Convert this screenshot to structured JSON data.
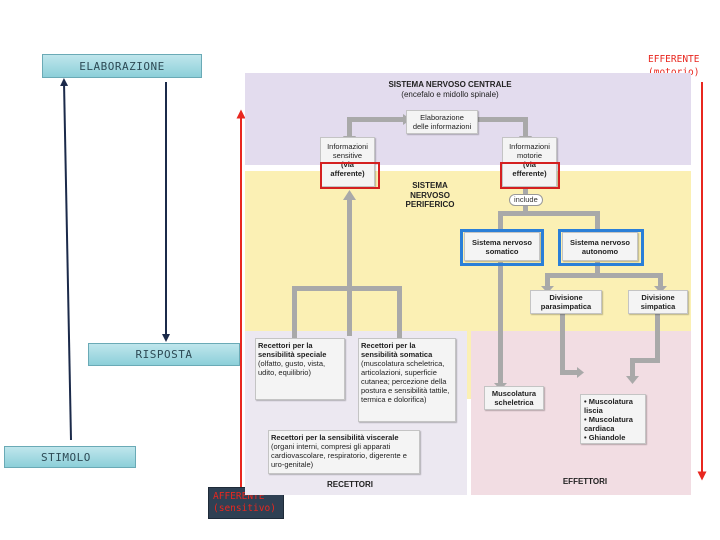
{
  "labels": {
    "elaborazione": "ELABORAZIONE",
    "risposta": "RISPOSTA",
    "stimolo": "STIMOLO",
    "efferente_line1": "EFFERENTE",
    "efferente_line2": "(motorio)",
    "afferente_line1": "AFFERENTE",
    "afferente_line2": "(sensitivo)"
  },
  "diagram": {
    "snc_title": "SISTEMA NERVOSO CENTRALE",
    "snc_sub": "(encefalo e midollo spinale)",
    "elaborazione_node_1": "Elaborazione",
    "elaborazione_node_2": "delle informazioni",
    "info_sensitive_1": "Informazioni",
    "info_sensitive_2": "sensitive",
    "via_afferente_1": "(via",
    "via_afferente_2": "afferente)",
    "info_motorie_1": "Informazioni",
    "info_motorie_2": "motorie",
    "via_efferente_1": "(via",
    "via_efferente_2": "efferente)",
    "snp_1": "SISTEMA",
    "snp_2": "NERVOSO",
    "snp_3": "PERIFERICO",
    "include": "include",
    "somatico_1": "Sistema nervoso",
    "somatico_2": "somatico",
    "autonomo_1": "Sistema nervoso",
    "autonomo_2": "autonomo",
    "parasimpatica_1": "Divisione",
    "parasimpatica_2": "parasimpatica",
    "simpatica_1": "Divisione",
    "simpatica_2": "simpatica",
    "recettori_speciale_title_1": "Recettori per la",
    "recettori_speciale_title_2": "sensibilità speciale",
    "recettori_speciale_body": "(olfatto, gusto, vista, udito, equilibrio)",
    "recettori_somatica_title_1": "Recettori per la",
    "recettori_somatica_title_2": "sensibilità somatica",
    "recettori_somatica_body": "(muscolatura scheletrica, articolazioni, superficie cutanea; percezione della postura e sensibilità tattile, termica e dolorifica)",
    "recettori_viscerale_title": "Recettori per la sensibilità viscerale",
    "recettori_viscerale_body": "(organi interni, compresi gli apparati cardiovascolare, respiratorio, digerente e uro-genitale)",
    "muscolatura_scheletrica_1": "Muscolatura",
    "muscolatura_scheletrica_2": "scheletrica",
    "eff_item_1": "• Muscolatura liscia",
    "eff_item_2": "• Muscolatura cardiaca",
    "eff_item_3": "• Ghiandole",
    "recettori_label": "RECETTORI",
    "effettori_label": "EFFETTORI"
  },
  "colors": {
    "snc_band": "#e3dcee",
    "snp_band": "#fbf0b4",
    "recettori_band": "#ece8f1",
    "effettori_band": "#f2dde3",
    "red": "#d42020",
    "blue": "#2a7fd8",
    "navy_arrow": "#1b2a4a"
  }
}
